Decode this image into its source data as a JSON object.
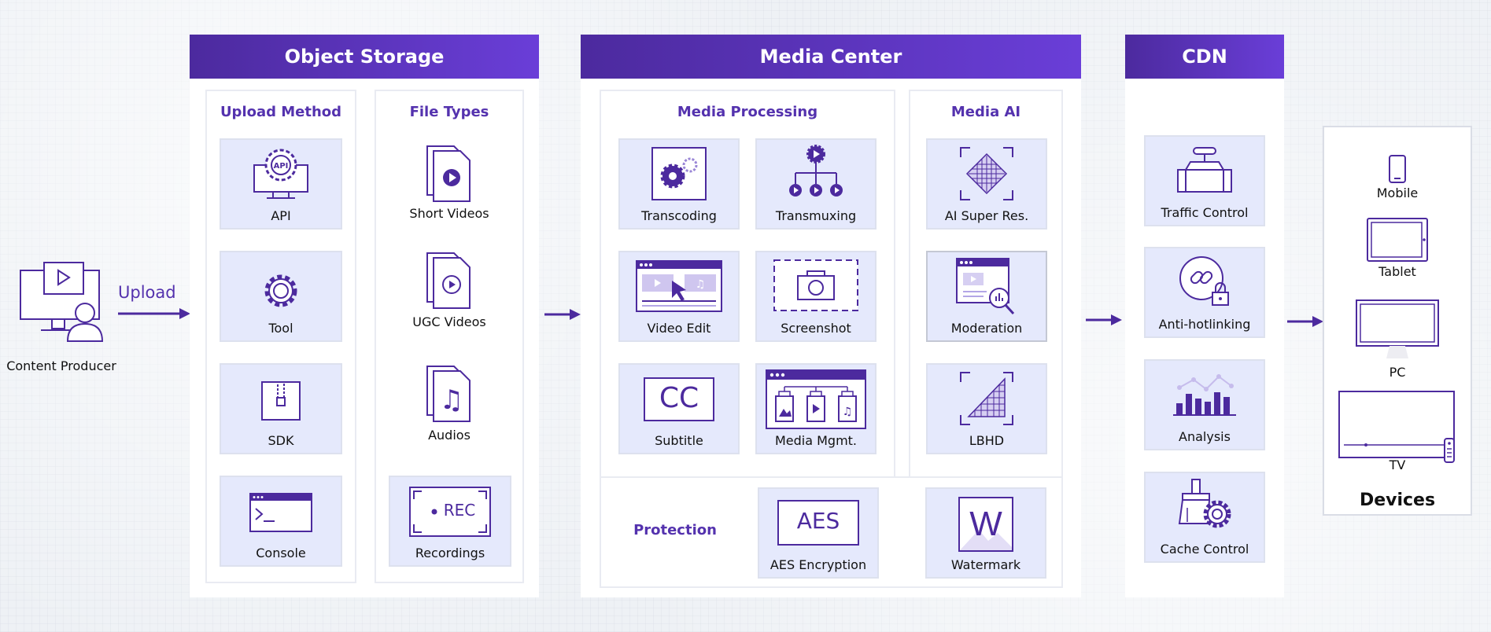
{
  "producer": {
    "label": "Content Producer",
    "upload_label": "Upload"
  },
  "object_storage": {
    "title": "Object Storage",
    "upload_method": {
      "title": "Upload Method",
      "items": [
        {
          "label": "API",
          "icon": "api-monitor-icon"
        },
        {
          "label": "Tool",
          "icon": "gear-icon"
        },
        {
          "label": "SDK",
          "icon": "zip-file-icon"
        },
        {
          "label": "Console",
          "icon": "terminal-icon"
        }
      ]
    },
    "file_types": {
      "title": "File Types",
      "items": [
        {
          "label": "Short Videos",
          "icon": "video-file-icon"
        },
        {
          "label": "UGC Videos",
          "icon": "video-file-outline-icon"
        },
        {
          "label": "Audios",
          "icon": "audio-file-icon"
        },
        {
          "label": "Recordings",
          "icon": "rec-icon",
          "badge": "REC"
        }
      ]
    }
  },
  "media_center": {
    "title": "Media Center",
    "processing": {
      "title": "Media Processing",
      "items": [
        {
          "label": "Transcoding",
          "icon": "transcoding-icon"
        },
        {
          "label": "Transmuxing",
          "icon": "transmuxing-icon"
        },
        {
          "label": "Video Edit",
          "icon": "video-edit-icon"
        },
        {
          "label": "Screenshot",
          "icon": "camera-icon"
        },
        {
          "label": "Subtitle",
          "icon": "cc-icon",
          "badge": "CC"
        },
        {
          "label": "Media Mgmt.",
          "icon": "media-management-icon"
        }
      ]
    },
    "ai": {
      "title": "Media AI",
      "items": [
        {
          "label": "AI Super Res.",
          "icon": "super-resolution-icon"
        },
        {
          "label": "Moderation",
          "icon": "moderation-icon"
        },
        {
          "label": "LBHD",
          "icon": "lbhd-icon"
        }
      ]
    },
    "protection": {
      "title": "Protection",
      "items": [
        {
          "label": "AES Encryption",
          "icon": "aes-icon",
          "badge": "AES"
        },
        {
          "label": "Watermark",
          "icon": "watermark-icon",
          "badge": "W"
        }
      ]
    }
  },
  "cdn": {
    "title": "CDN",
    "items": [
      {
        "label": "Traffic Control",
        "icon": "valve-icon"
      },
      {
        "label": "Anti-hotlinking",
        "icon": "anti-hotlinking-icon"
      },
      {
        "label": "Analysis",
        "icon": "analysis-chart-icon"
      },
      {
        "label": "Cache Control",
        "icon": "cache-control-icon"
      }
    ]
  },
  "devices": {
    "title": "Devices",
    "items": [
      {
        "label": "Mobile",
        "icon": "mobile-icon"
      },
      {
        "label": "Tablet",
        "icon": "tablet-icon"
      },
      {
        "label": "PC",
        "icon": "pc-monitor-icon"
      },
      {
        "label": "TV",
        "icon": "tv-icon"
      }
    ]
  },
  "colors": {
    "primary": "#4c2a9e",
    "accent": "#6a3ed8",
    "card_bg": "#e5e9fc",
    "title_text": "#5432ae"
  }
}
